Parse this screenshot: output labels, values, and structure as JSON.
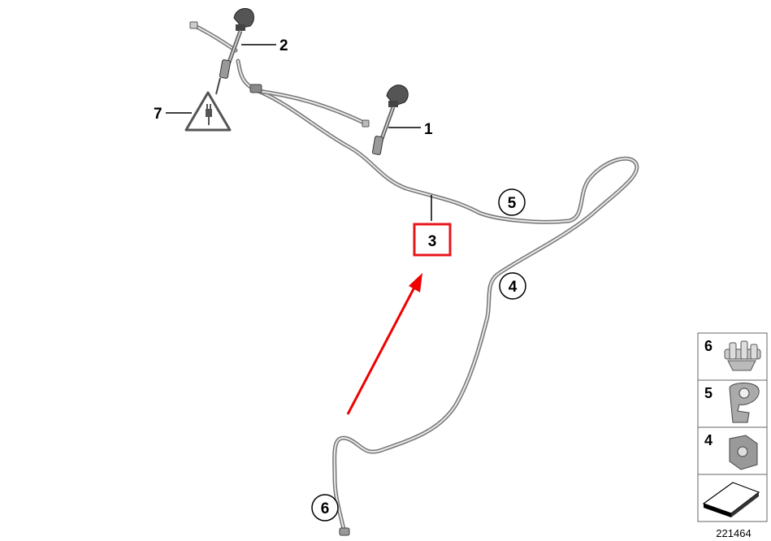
{
  "callouts": {
    "part1": "1",
    "part2": "2",
    "part3": "3",
    "part4": "4",
    "part5": "5",
    "part6": "6",
    "part7": "7"
  },
  "legend": {
    "items": [
      {
        "label": "6",
        "icon": "clip-6-icon"
      },
      {
        "label": "5",
        "icon": "clip-5-icon"
      },
      {
        "label": "4",
        "icon": "clip-4-icon"
      },
      {
        "label": "",
        "icon": "direction-arrow-icon"
      }
    ]
  },
  "reference_number": "221464",
  "colors": {
    "highlight": "#e8141b",
    "hose": "#777777",
    "arrow": "#f00000"
  }
}
